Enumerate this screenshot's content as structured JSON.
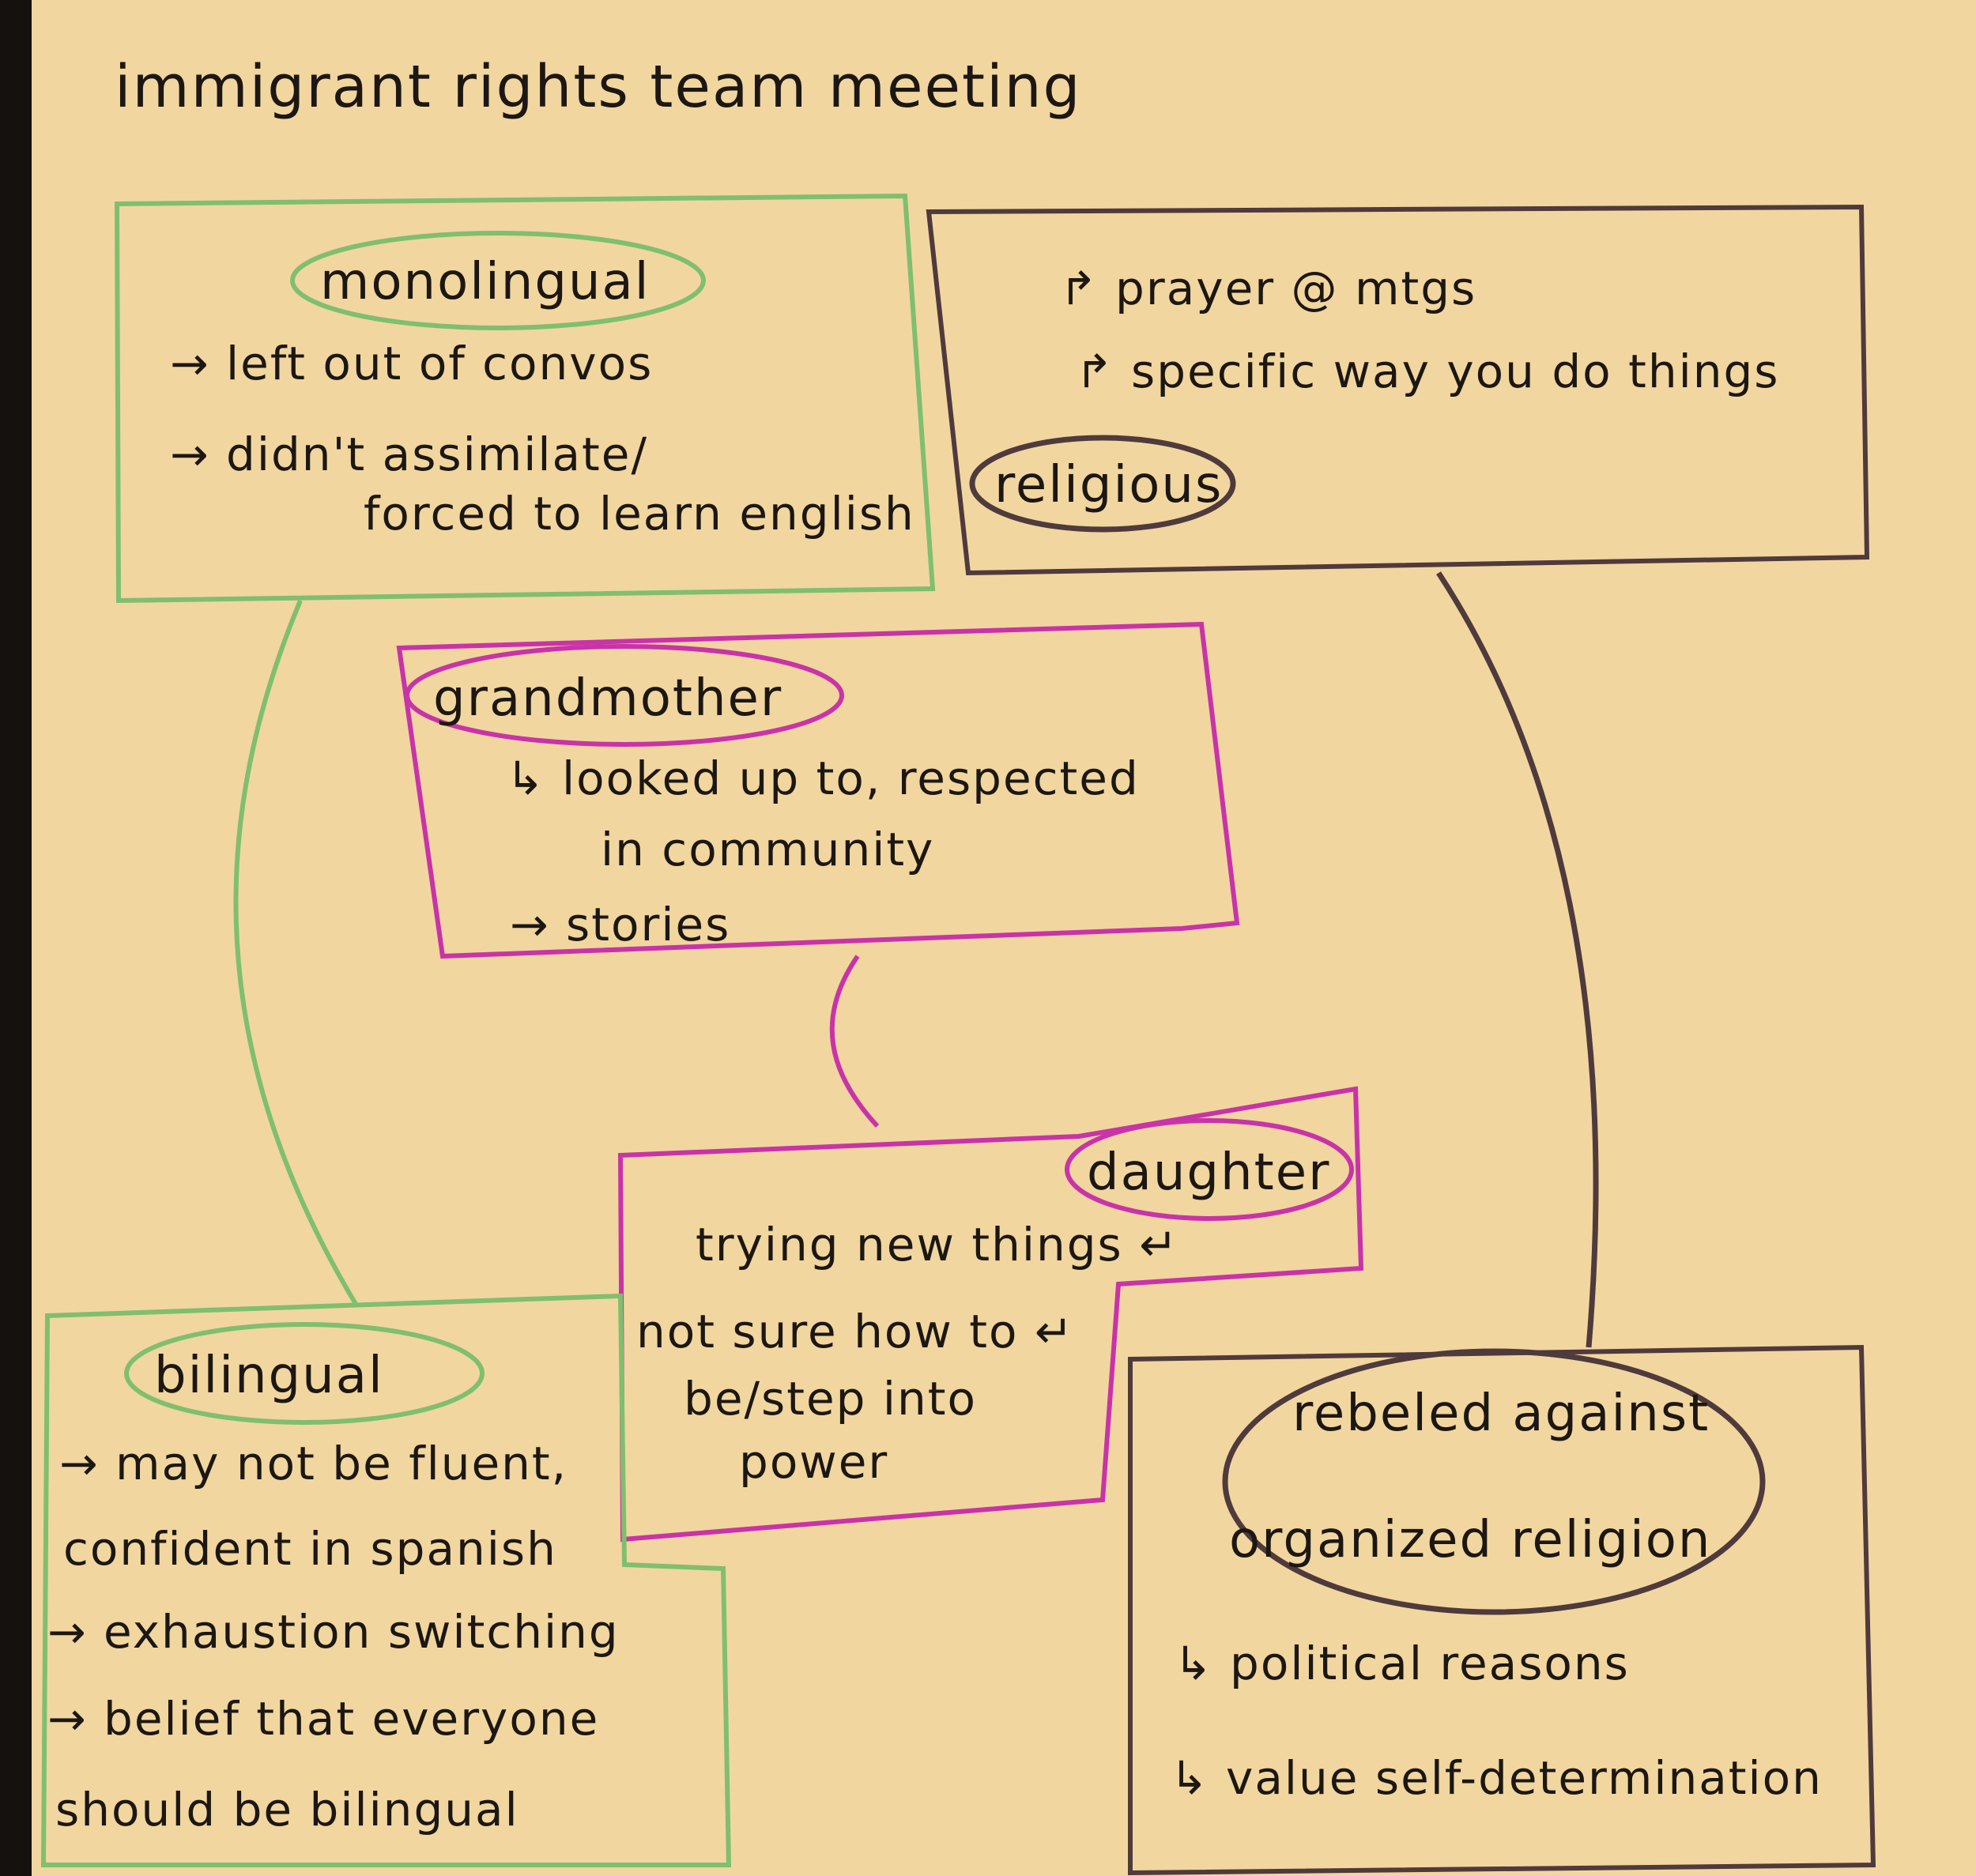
{
  "title": "immigrant rights team meeting",
  "colors": {
    "paper": "#f1d6a0",
    "green": "#7fbf6e",
    "magenta": "#c933a8",
    "brown": "#4f3a3c",
    "ink": "#1c1712"
  },
  "nodes": {
    "monolingual": {
      "label": "monolingual",
      "items": [
        "→ left out of convos",
        "→ didn't assimilate/",
        "forced to learn english"
      ]
    },
    "religious": {
      "label": "religious",
      "items": [
        "↱ prayer @ mtgs",
        "↱ specific way you do things"
      ]
    },
    "grandmother": {
      "label": "grandmother",
      "items": [
        "↳ looked up to, respected",
        "in community",
        "→ stories"
      ]
    },
    "daughter": {
      "label": "daughter",
      "items": [
        "trying new things ↵",
        "not sure how to ↵",
        "be/step into",
        "power"
      ]
    },
    "bilingual": {
      "label": "bilingual",
      "items": [
        "→ may not be fluent,",
        "confident in spanish",
        "→ exhaustion switching",
        "→ belief that everyone",
        "should be bilingual"
      ]
    },
    "rebeled": {
      "label": [
        "rebeled against",
        "organized religion"
      ],
      "items": [
        "↳ political reasons",
        "↳ value self-determination"
      ]
    }
  }
}
